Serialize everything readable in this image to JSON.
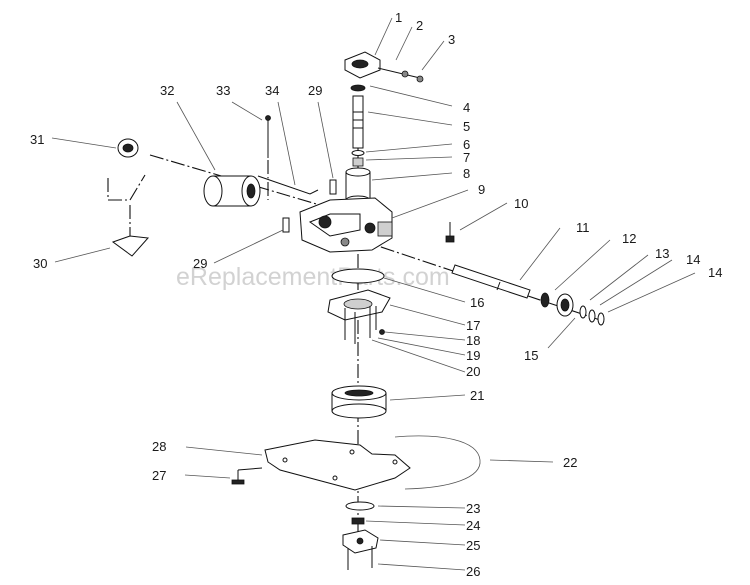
{
  "watermark": "eReplacementParts.com",
  "callouts": [
    "1",
    "2",
    "3",
    "4",
    "5",
    "6",
    "7",
    "8",
    "9",
    "10",
    "11",
    "12",
    "13",
    "14",
    "14",
    "15",
    "16",
    "17",
    "18",
    "19",
    "20",
    "21",
    "22",
    "23",
    "24",
    "25",
    "26",
    "27",
    "28",
    "29",
    "29",
    "30",
    "31",
    "32",
    "33",
    "34"
  ]
}
